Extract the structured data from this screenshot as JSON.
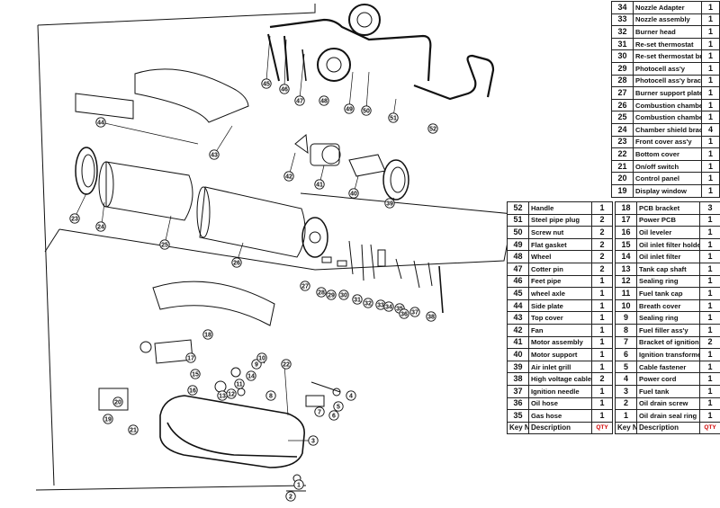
{
  "parts": [
    {
      "no": "1",
      "desc": "Oil drain seal ring",
      "qty": "1"
    },
    {
      "no": "2",
      "desc": "Oil drain screw",
      "qty": "1"
    },
    {
      "no": "3",
      "desc": "Fuel tank",
      "qty": "1"
    },
    {
      "no": "4",
      "desc": "Power cord",
      "qty": "1"
    },
    {
      "no": "5",
      "desc": "Cable fastener",
      "qty": "1"
    },
    {
      "no": "6",
      "desc": "Ignition transformer",
      "qty": "1"
    },
    {
      "no": "7",
      "desc": "Bracket of ignition transformer",
      "qty": "2"
    },
    {
      "no": "8",
      "desc": "Fuel filler ass'y",
      "qty": "1"
    },
    {
      "no": "9",
      "desc": "Sealing ring",
      "qty": "1"
    },
    {
      "no": "10",
      "desc": "Breath cover",
      "qty": "1"
    },
    {
      "no": "11",
      "desc": "Fuel tank cap",
      "qty": "1"
    },
    {
      "no": "12",
      "desc": "Sealing ring",
      "qty": "1"
    },
    {
      "no": "13",
      "desc": "Tank cap shaft",
      "qty": "1"
    },
    {
      "no": "14",
      "desc": "Oil inlet filter",
      "qty": "1"
    },
    {
      "no": "15",
      "desc": "Oil inlet filter holder",
      "qty": "1"
    },
    {
      "no": "16",
      "desc": "Oil leveler",
      "qty": "1"
    },
    {
      "no": "17",
      "desc": "Power PCB",
      "qty": "1"
    },
    {
      "no": "18",
      "desc": "PCB bracket",
      "qty": "3"
    },
    {
      "no": "19",
      "desc": "Display window",
      "qty": "1"
    },
    {
      "no": "20",
      "desc": "Control panel",
      "qty": "1"
    },
    {
      "no": "21",
      "desc": "On/off switch",
      "qty": "1"
    },
    {
      "no": "22",
      "desc": "Bottom cover",
      "qty": "1"
    },
    {
      "no": "23",
      "desc": "Front cover ass'y",
      "qty": "1"
    },
    {
      "no": "24",
      "desc": "Chamber shield bracket",
      "qty": "4"
    },
    {
      "no": "25",
      "desc": "Combustion chamber shield",
      "qty": "1"
    },
    {
      "no": "26",
      "desc": "Combustion chamber",
      "qty": "1"
    },
    {
      "no": "27",
      "desc": "Burner support plate",
      "qty": "1"
    },
    {
      "no": "28",
      "desc": "Photocell ass'y bracket",
      "qty": "1"
    },
    {
      "no": "29",
      "desc": "Photocell ass'y",
      "qty": "1"
    },
    {
      "no": "30",
      "desc": "Re-set thermostat bracket",
      "qty": "1"
    },
    {
      "no": "31",
      "desc": "Re-set thermostat",
      "qty": "1"
    },
    {
      "no": "32",
      "desc": "Burner head",
      "qty": "1"
    },
    {
      "no": "33",
      "desc": "Nozzle assembly",
      "qty": "1"
    },
    {
      "no": "34",
      "desc": "Nozzle Adapter",
      "qty": "1"
    },
    {
      "no": "35",
      "desc": "Gas hose",
      "qty": "1"
    },
    {
      "no": "36",
      "desc": "Oil hose",
      "qty": "1"
    },
    {
      "no": "37",
      "desc": "Ignition needle",
      "qty": "1"
    },
    {
      "no": "38",
      "desc": "High voltage cable",
      "qty": "2"
    },
    {
      "no": "39",
      "desc": "Air inlet grill",
      "qty": "1"
    },
    {
      "no": "40",
      "desc": "Motor support",
      "qty": "1"
    },
    {
      "no": "41",
      "desc": "Motor assembly",
      "qty": "1"
    },
    {
      "no": "42",
      "desc": "Fan",
      "qty": "1"
    },
    {
      "no": "43",
      "desc": "Top cover",
      "qty": "1"
    },
    {
      "no": "44",
      "desc": "Side plate",
      "qty": "1"
    },
    {
      "no": "45",
      "desc": "wheel axle",
      "qty": "1"
    },
    {
      "no": "46",
      "desc": "Feet pipe",
      "qty": "1"
    },
    {
      "no": "47",
      "desc": "Cotter pin",
      "qty": "2"
    },
    {
      "no": "48",
      "desc": "Wheel",
      "qty": "2"
    },
    {
      "no": "49",
      "desc": "Flat gasket",
      "qty": "2"
    },
    {
      "no": "50",
      "desc": "Screw nut",
      "qty": "2"
    },
    {
      "no": "51",
      "desc": "Steel pipe plug",
      "qty": "2"
    },
    {
      "no": "52",
      "desc": "Handle",
      "qty": "1"
    }
  ],
  "headers": {
    "key": "Key No.",
    "desc": "Description",
    "qty": "QTY"
  },
  "callouts": [
    {
      "n": "1"
    },
    {
      "n": "2"
    },
    {
      "n": "3"
    },
    {
      "n": "4"
    },
    {
      "n": "5"
    },
    {
      "n": "6"
    },
    {
      "n": "7"
    },
    {
      "n": "8"
    },
    {
      "n": "9"
    },
    {
      "n": "10"
    },
    {
      "n": "11"
    },
    {
      "n": "12"
    },
    {
      "n": "13"
    },
    {
      "n": "14"
    },
    {
      "n": "15"
    },
    {
      "n": "16"
    },
    {
      "n": "17"
    },
    {
      "n": "18"
    },
    {
      "n": "19"
    },
    {
      "n": "20"
    },
    {
      "n": "21"
    },
    {
      "n": "22"
    },
    {
      "n": "23"
    },
    {
      "n": "24"
    },
    {
      "n": "25"
    },
    {
      "n": "26"
    },
    {
      "n": "27"
    },
    {
      "n": "28"
    },
    {
      "n": "29"
    },
    {
      "n": "30"
    },
    {
      "n": "31"
    },
    {
      "n": "32"
    },
    {
      "n": "33"
    },
    {
      "n": "34"
    },
    {
      "n": "35"
    },
    {
      "n": "36"
    },
    {
      "n": "37"
    },
    {
      "n": "38"
    },
    {
      "n": "39"
    },
    {
      "n": "40"
    },
    {
      "n": "41"
    },
    {
      "n": "42"
    },
    {
      "n": "43"
    },
    {
      "n": "44"
    },
    {
      "n": "45"
    },
    {
      "n": "46"
    },
    {
      "n": "47"
    },
    {
      "n": "48"
    },
    {
      "n": "49"
    },
    {
      "n": "50"
    },
    {
      "n": "51"
    },
    {
      "n": "52"
    }
  ],
  "colors": {
    "line": "#111111",
    "qty_header": "#d00000",
    "background": "#ffffff"
  }
}
